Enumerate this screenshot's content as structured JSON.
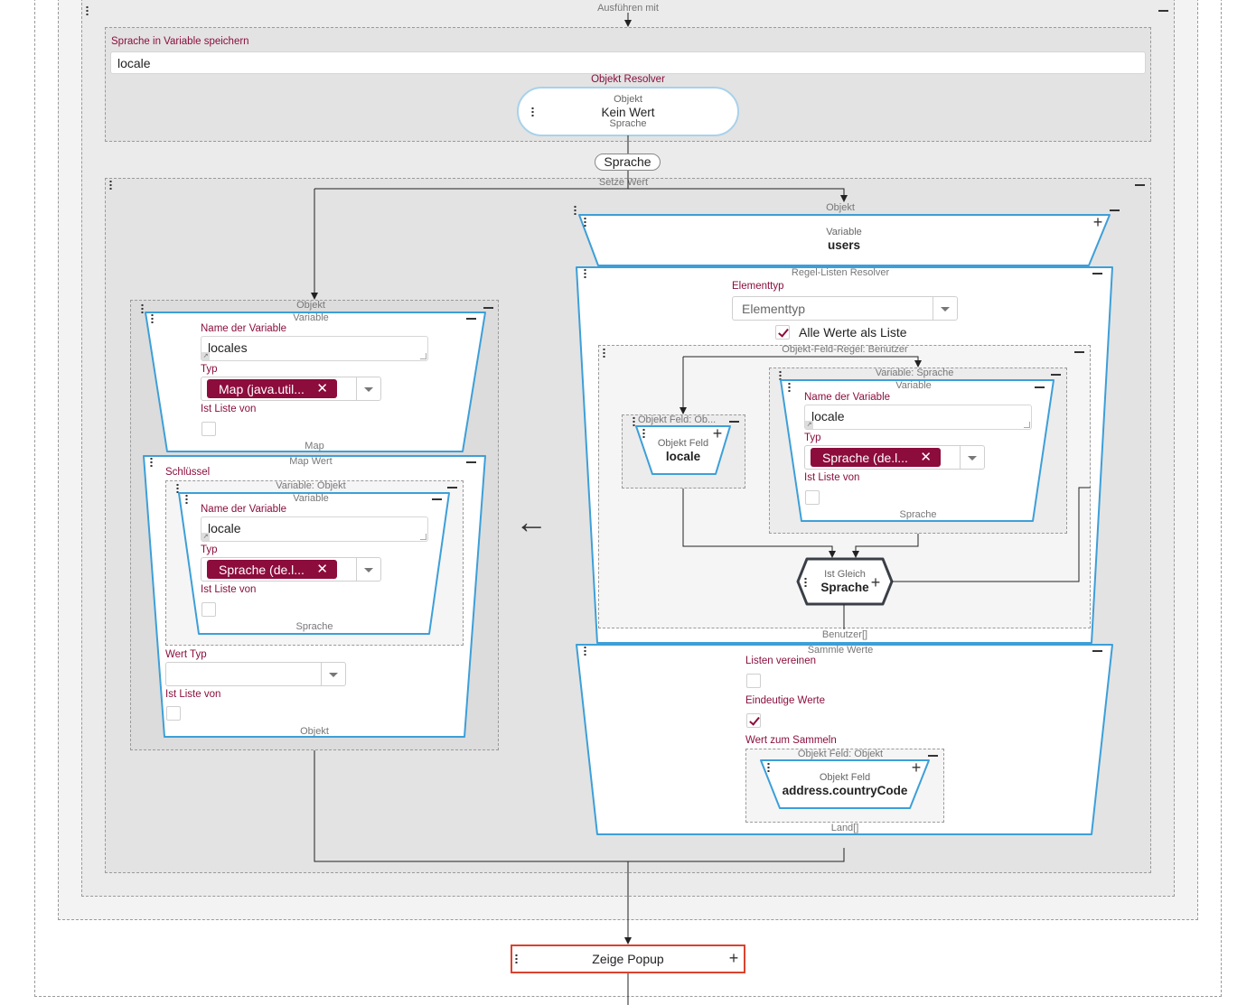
{
  "ausfuehren": {
    "caption": "Ausführen mit"
  },
  "sprache_var": {
    "label": "Sprache in Variable speichern",
    "value": "locale"
  },
  "objekt_resolver": {
    "label": "Objekt Resolver",
    "top": "Objekt",
    "main": "Kein Wert",
    "bottom": "Sprache"
  },
  "sprache_pill": "Sprache",
  "setze_wert": {
    "caption": "Setze Wert"
  },
  "left_obj": {
    "caption": "Objekt",
    "variable": {
      "caption": "Variable",
      "name_label": "Name der Variable",
      "name_value": "locales",
      "typ_label": "Typ",
      "typ_value": "Map (java.util...",
      "list_label": "Ist Liste von",
      "bottom": "Map"
    },
    "mapwert": {
      "caption": "Map Wert",
      "key_label": "Schlüssel",
      "var_obj_caption": "Variable: Objekt",
      "inner": {
        "caption": "Variable",
        "name_label": "Name der Variable",
        "name_value": "locale",
        "typ_label": "Typ",
        "typ_value": "Sprache (de.l...",
        "list_label": "Ist Liste von",
        "bottom": "Sprache"
      },
      "werttyp_label": "Wert Typ",
      "list_label": "Ist Liste von",
      "bottom": "Objekt"
    }
  },
  "arrow": "←",
  "right_obj": {
    "caption": "Objekt",
    "variable": {
      "top": "Variable",
      "main": "users"
    },
    "regel": {
      "caption": "Regel-Listen Resolver",
      "elementtyp_label": "Elementtyp",
      "elementtyp_placeholder": "Elementtyp",
      "alle_werte": "Alle Werte als Liste",
      "feld_regel": {
        "caption": "Objekt-Feld-Regel: Benutzer",
        "objfeld": {
          "caption": "Objekt Feld: Ob...",
          "top": "Objekt Feld",
          "main": "locale"
        },
        "var_sprache": {
          "caption": "Variable: Sprache",
          "inner": {
            "caption": "Variable",
            "name_label": "Name der Variable",
            "name_value": "locale",
            "typ_label": "Typ",
            "typ_value": "Sprache (de.l...",
            "list_label": "Ist Liste von",
            "bottom": "Sprache"
          }
        },
        "ist_gleich": {
          "top": "Ist Gleich",
          "main": "Sprache"
        }
      },
      "bottom": "Benutzer[]"
    },
    "sammle": {
      "caption": "Sammle Werte",
      "listen_label": "Listen vereinen",
      "eindeutig_label": "Eindeutige Werte",
      "wert_label": "Wert zum Sammeln",
      "objfeld": {
        "caption": "Objekt Feld: Objekt",
        "top": "Objekt Feld",
        "main": "address.countryCode"
      },
      "bottom": "Land[]"
    }
  },
  "zeige_popup": "Zeige Popup"
}
